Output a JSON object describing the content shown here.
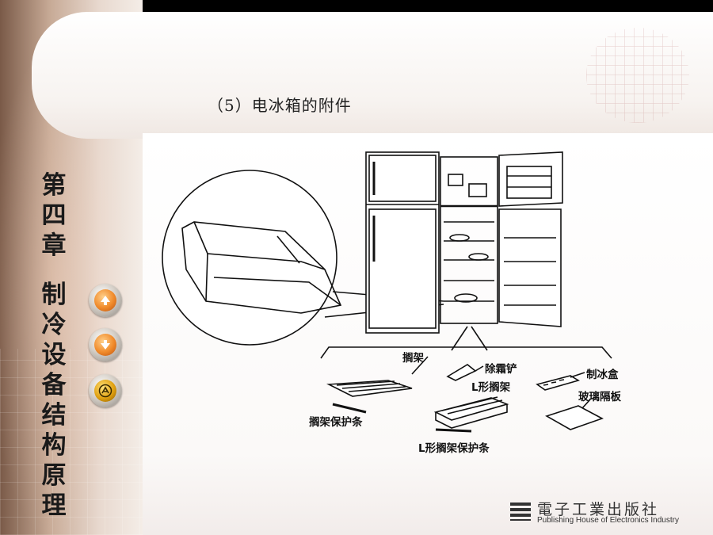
{
  "slide": {
    "title": "（5）电冰箱的附件",
    "chapter_title_chars": [
      "第",
      "四",
      "章",
      "",
      "制",
      "冷",
      "设",
      "备",
      "结",
      "构",
      "原",
      "理"
    ]
  },
  "diagram_labels": {
    "shelf": "搁架",
    "frost_shovel": "除霜铲",
    "ice_tray": "制冰盒",
    "l_shelf": "L形搁架",
    "glass_shelf": "玻璃隔板",
    "shelf_guard": "搁架保护条",
    "l_shelf_guard": "L形搁架保护条"
  },
  "nav": {
    "up_icon": "arrow-up-icon",
    "down_icon": "arrow-down-icon",
    "home_icon": "home-icon"
  },
  "footer": {
    "publisher_cn": "電子工業出版社",
    "publisher_en": "Publishing House of Electronics Industry"
  }
}
